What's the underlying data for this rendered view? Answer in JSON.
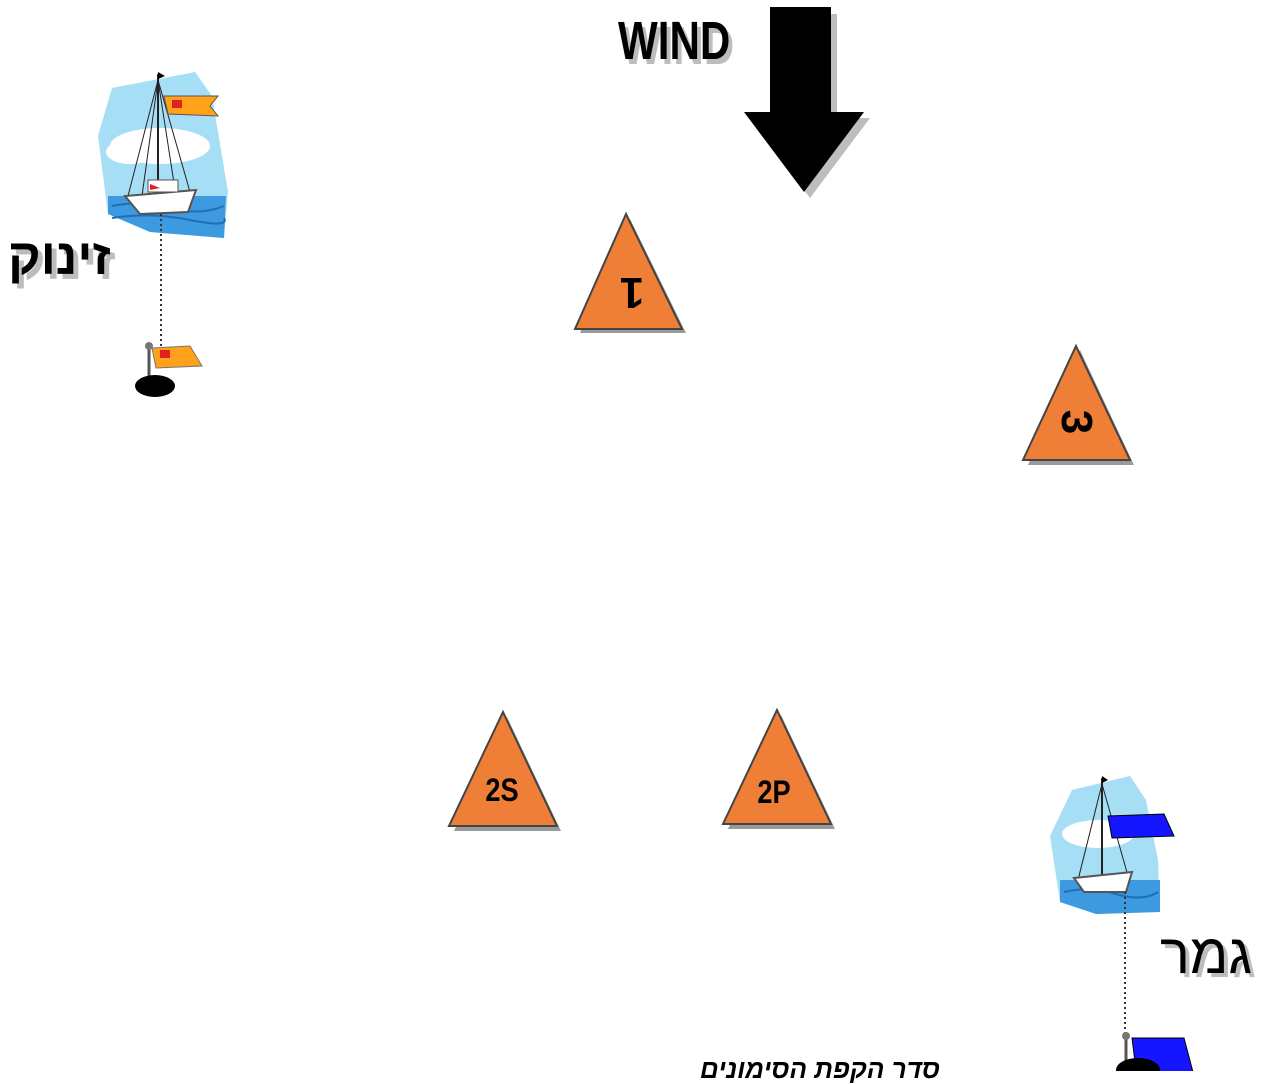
{
  "wind": {
    "label": "WIND"
  },
  "start": {
    "label": "זינוק"
  },
  "finish": {
    "label": "גמר"
  },
  "caption": {
    "text": "סדר הקפת הסימונים"
  },
  "marks": [
    {
      "id": "mark-1",
      "label": "1"
    },
    {
      "id": "mark-3",
      "label": "3"
    },
    {
      "id": "mark-2s",
      "label": "2S"
    },
    {
      "id": "mark-2p",
      "label": "2P"
    }
  ],
  "colors": {
    "mark_fill": "#ef7f36",
    "start_flag": "#ffa21a",
    "finish_flag": "#1515ff",
    "sky": "#a6def5",
    "sea": "#3d9ae0"
  },
  "icons": [
    "wind-arrow-icon",
    "sailboat-icon",
    "flag-icon",
    "buoy-icon"
  ]
}
